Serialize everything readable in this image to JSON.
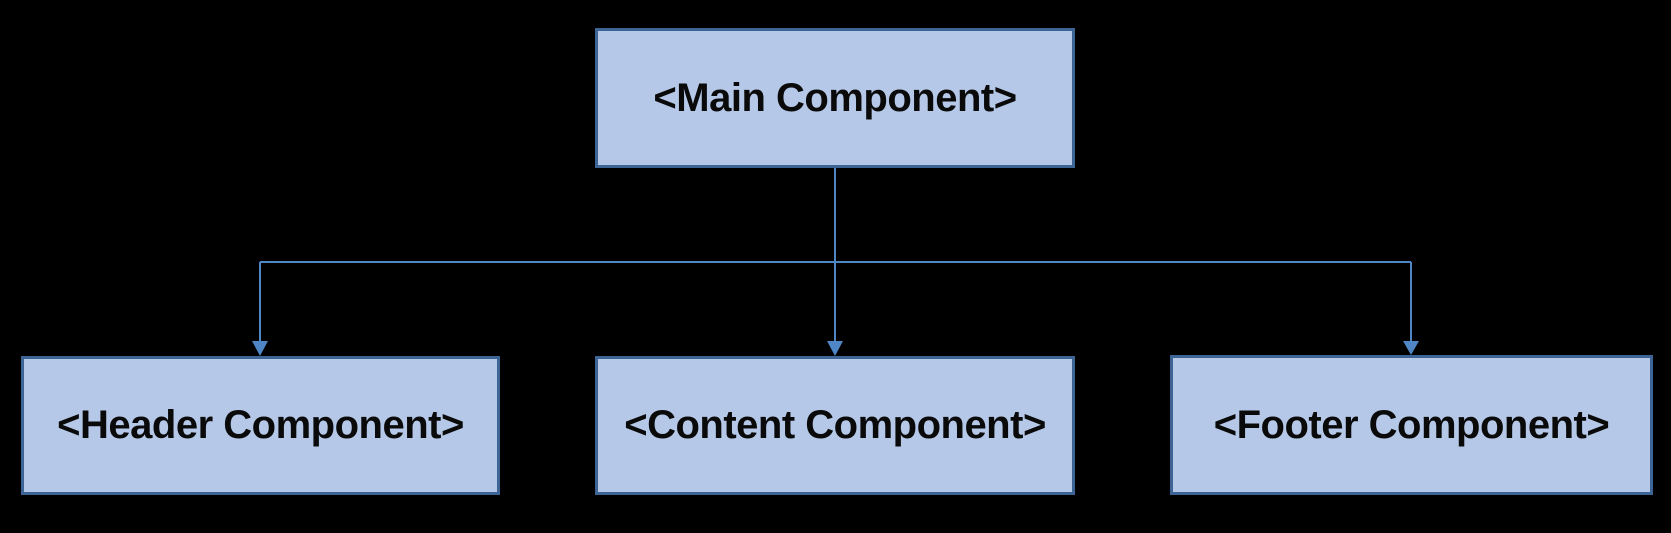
{
  "theme": {
    "background": "#000000",
    "node_fill": "#b5c8e8",
    "node_border": "#3c6595",
    "connector": "#4f86c5",
    "text": "#0a0a0a"
  },
  "diagram": {
    "type": "component-hierarchy",
    "nodes": [
      {
        "id": "main",
        "label": "<Main Component>"
      },
      {
        "id": "header",
        "label": "<Header Component>"
      },
      {
        "id": "content",
        "label": "<Content Component>"
      },
      {
        "id": "footer",
        "label": "<Footer Component>"
      }
    ],
    "edges": [
      {
        "from": "main",
        "to": "header",
        "arrow": "down"
      },
      {
        "from": "main",
        "to": "content",
        "arrow": "down"
      },
      {
        "from": "main",
        "to": "footer",
        "arrow": "down"
      }
    ]
  }
}
